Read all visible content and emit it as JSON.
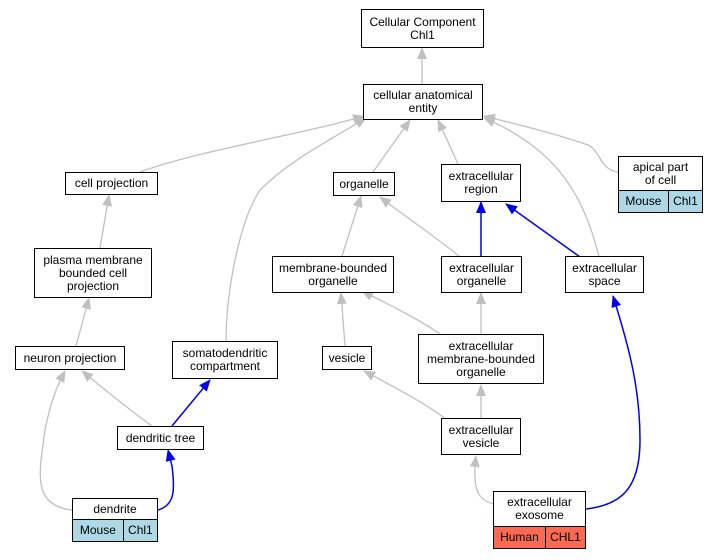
{
  "colors": {
    "plain_edge": "#c0c0c0",
    "highlight_edge": "#0000ee",
    "mouse_tag": "#add8e6",
    "human_tag": "#fa6a52"
  },
  "nodes": {
    "cc_root": {
      "label": "Cellular Component\nChl1"
    },
    "anatomical": {
      "label": "cellular anatomical\nentity"
    },
    "cell_projection": {
      "label": "cell projection"
    },
    "organelle": {
      "label": "organelle"
    },
    "extracellular_region": {
      "label": "extracellular\nregion"
    },
    "apical": {
      "label": "apical part\nof cell",
      "tags": [
        "Mouse",
        "Chl1"
      ]
    },
    "plasma": {
      "label": "plasma membrane\nbounded cell\nprojection"
    },
    "membrane_bounded": {
      "label": "membrane-bounded\norganelle"
    },
    "ec_organelle": {
      "label": "extracellular\norganelle"
    },
    "ec_space": {
      "label": "extracellular\nspace"
    },
    "neuron_projection": {
      "label": "neuron projection"
    },
    "somatodendritic": {
      "label": "somatodendritic\ncompartment"
    },
    "vesicle": {
      "label": "vesicle"
    },
    "ec_mb_organelle": {
      "label": "extracellular\nmembrane-bounded\norganelle"
    },
    "dendritic_tree": {
      "label": "dendritic tree"
    },
    "ec_vesicle": {
      "label": "extracellular\nvesicle"
    },
    "dendrite": {
      "label": "dendrite",
      "tags": [
        "Mouse",
        "Chl1"
      ]
    },
    "exosome": {
      "label": "extracellular\nexosome",
      "tags": [
        "Human",
        "CHL1"
      ]
    }
  }
}
